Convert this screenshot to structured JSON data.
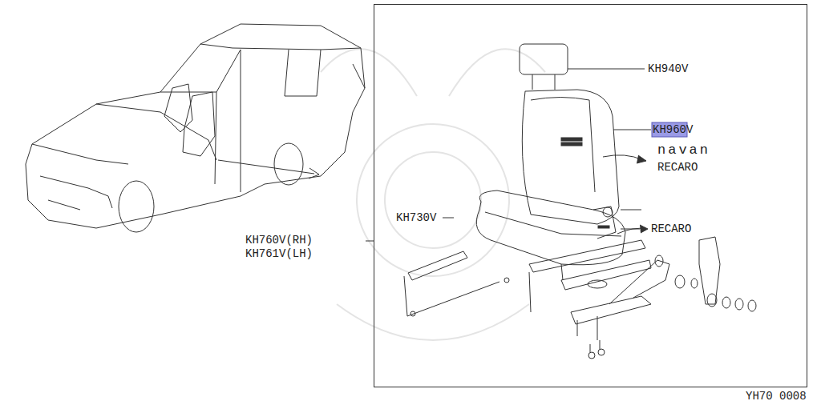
{
  "diagram": {
    "labels": [
      "KH940V",
      "KH960V",
      "navan",
      "RECARO",
      "KH730V",
      "RECARO",
      "KH760V(RH)",
      "KH761V(LH)",
      "YH70 0008"
    ]
  }
}
